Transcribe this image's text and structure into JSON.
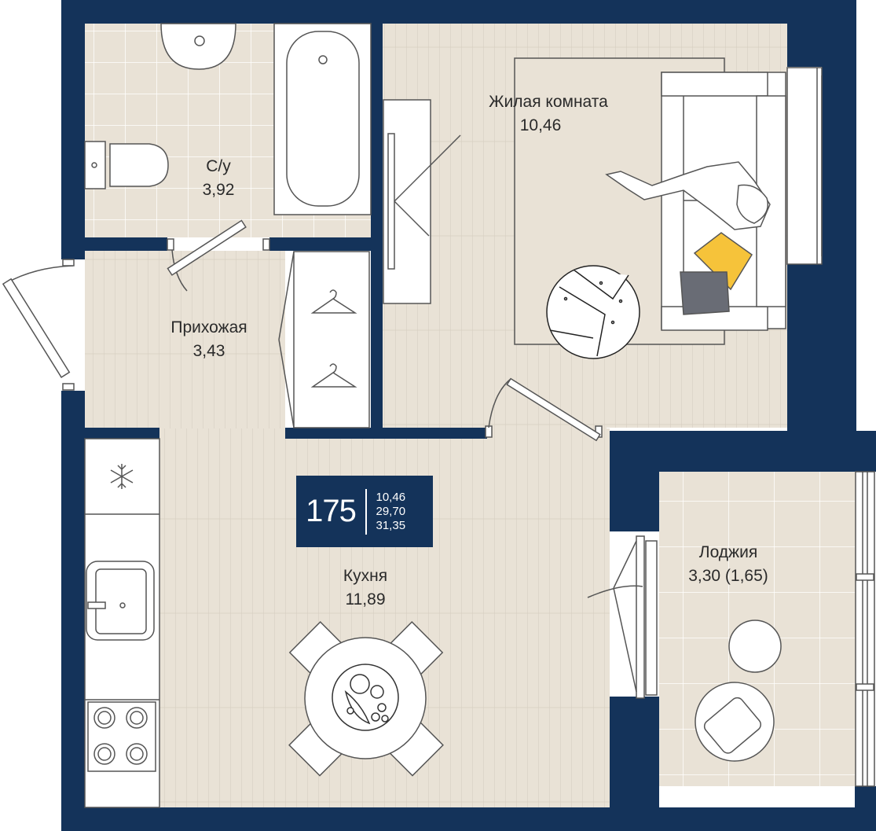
{
  "rooms": {
    "bathroom": {
      "name": "С/у",
      "area": "3,92"
    },
    "living": {
      "name": "Жилая комната",
      "area": "10,46"
    },
    "hallway": {
      "name": "Прихожая",
      "area": "3,43"
    },
    "kitchen": {
      "name": "Кухня",
      "area": "11,89"
    },
    "loggia": {
      "name": "Лоджия",
      "area": "3,30 (1,65)"
    }
  },
  "apartment": {
    "number": "175",
    "areas": [
      "10,46",
      "29,70",
      "31,35"
    ]
  },
  "icons": [
    "snowflake-icon",
    "hanger-icon",
    "sink-icon",
    "stove-icon",
    "bathtub-icon",
    "toilet-icon",
    "sofa-icon",
    "table-icon",
    "chair-icon",
    "plate-icon"
  ],
  "colors": {
    "wall": "#14335a",
    "floor": "#e9e2d6",
    "wood_line": "#d3cbbd",
    "furniture_stroke": "#555555",
    "pillow_yellow": "#f6c33a",
    "pillow_gray": "#696c75"
  }
}
